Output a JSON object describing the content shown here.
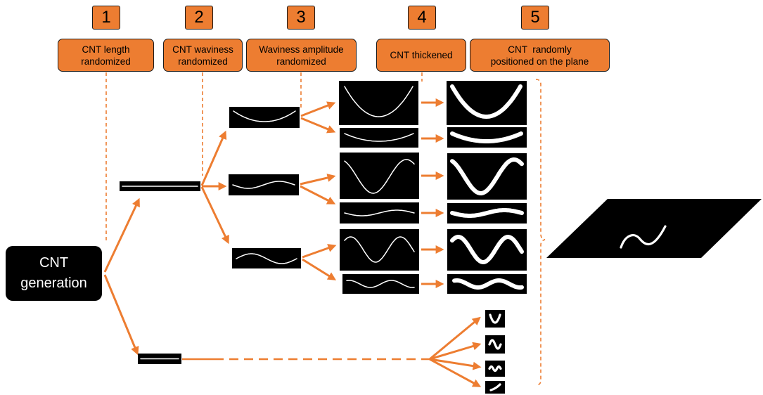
{
  "steps": [
    {
      "number": "1",
      "label_lines": [
        "CNT length",
        "randomized"
      ]
    },
    {
      "number": "2",
      "label_lines": [
        "CNT waviness",
        "randomized"
      ]
    },
    {
      "number": "3",
      "label_lines": [
        "Waviness amplitude",
        "randomized"
      ]
    },
    {
      "number": "4",
      "label_lines": [
        "CNT thickened"
      ]
    },
    {
      "number": "5",
      "label_lines": [
        "CNT  randomly",
        "positioned on the plane"
      ]
    }
  ],
  "generation_box": {
    "lines": [
      "CNT",
      "generation"
    ]
  },
  "colors": {
    "accent": "#ED7D31",
    "panel": "#000000",
    "cnt": "#FFFFFF",
    "text": "#000000",
    "background": "#FFFFFF"
  }
}
